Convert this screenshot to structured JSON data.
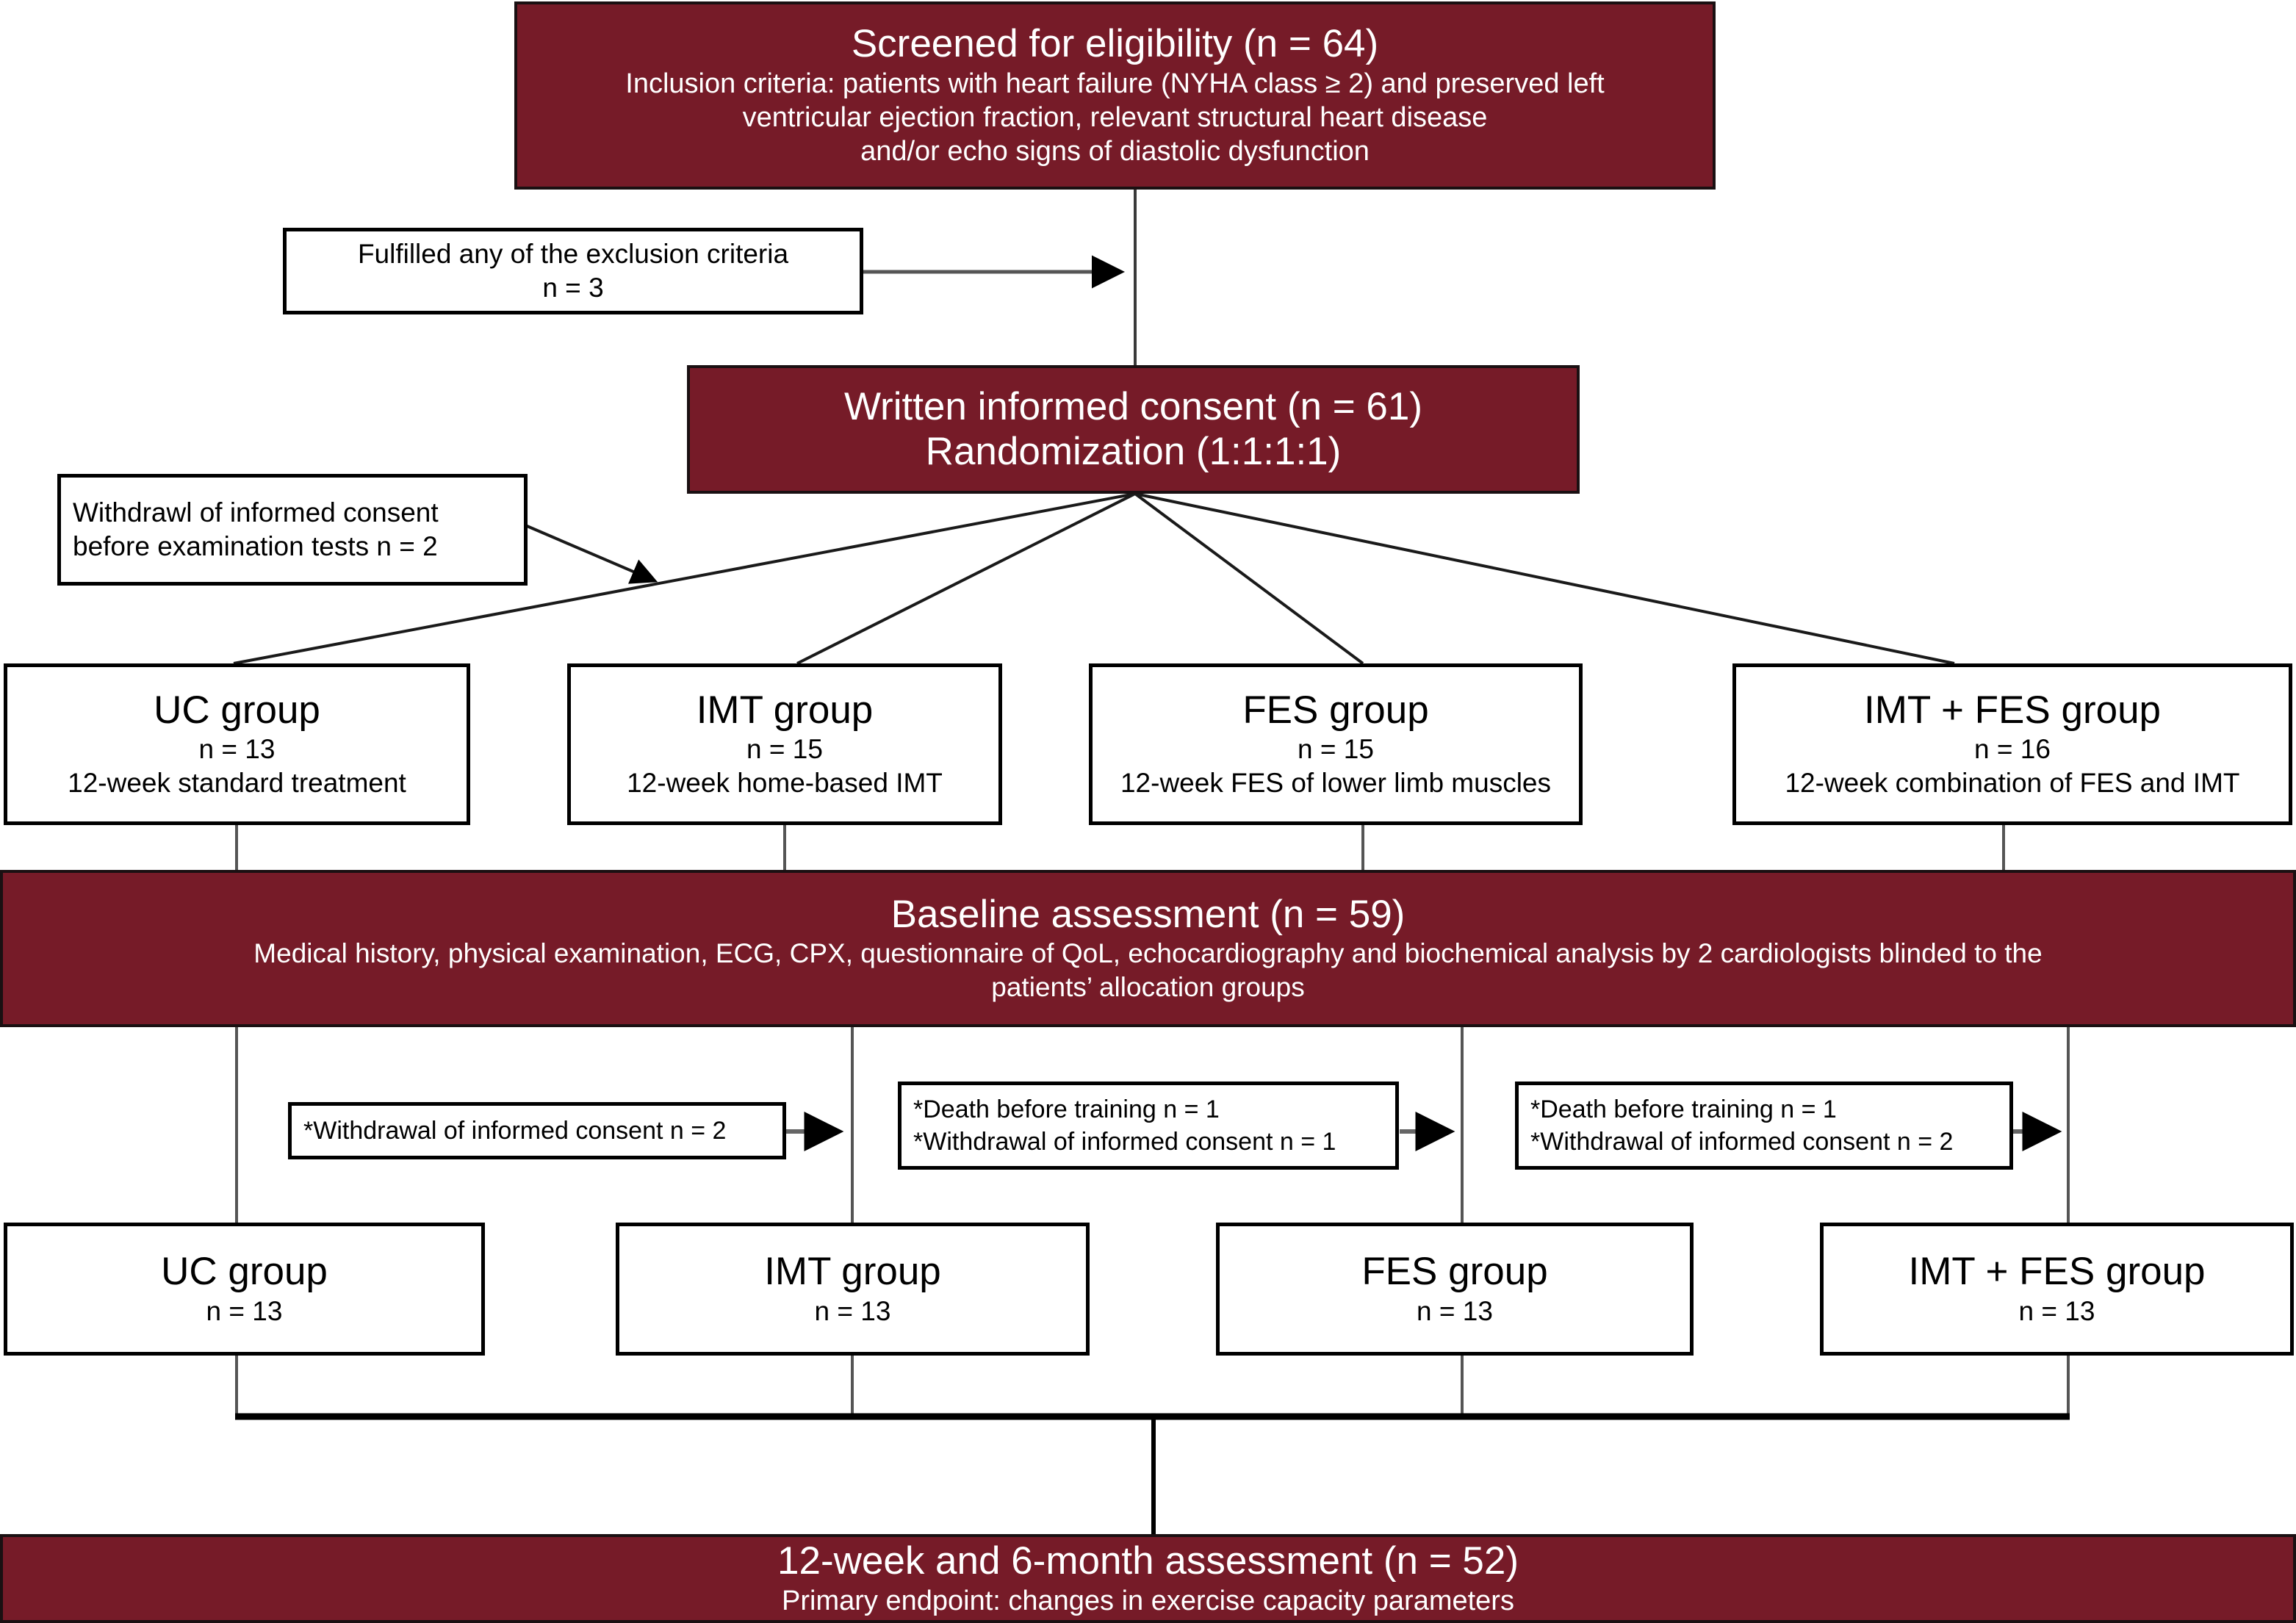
{
  "diagram": {
    "title": "CONSORT participant flow diagram",
    "accent_color": "#761b28",
    "accent_text_color": "#ffffff",
    "box_border_color": "#000000",
    "background_color": "#ffffff"
  },
  "screened": {
    "title": "Screened for eligibility (n = 64)",
    "line1": "Inclusion criteria: patients with heart failure (NYHA class ≥ 2) and preserved left",
    "line2": "ventricular ejection fraction, relevant structural heart disease",
    "line3": "and/or echo signs of diastolic dysfunction"
  },
  "exclusion": {
    "line1": "Fulfilled any of the exclusion criteria",
    "line2": "n = 3"
  },
  "consent": {
    "line1": "Written informed consent (n = 61)",
    "line2": "Randomization (1:1:1:1)"
  },
  "withdrawal_pre": {
    "line1": "Withdrawl of informed consent",
    "line2": "before examination tests n = 2"
  },
  "allocation_groups": [
    {
      "name": "UC group",
      "n": "n = 13",
      "detail": "12-week standard treatment"
    },
    {
      "name": "IMT group",
      "n": "n = 15",
      "detail": "12-week home-based IMT"
    },
    {
      "name": "FES group",
      "n": "n = 15",
      "detail": "12-week FES of lower limb muscles"
    },
    {
      "name": "IMT + FES group",
      "n": "n = 16",
      "detail": "12-week combination of FES and IMT"
    }
  ],
  "baseline": {
    "title": "Baseline assessment (n = 59)",
    "line1": "Medical history, physical examination, ECG, CPX, questionnaire of QoL, echocardiography and biochemical analysis by 2 cardiologists blinded to the",
    "line2": "patients’ allocation groups"
  },
  "dropouts": [
    {
      "line1": "*Withdrawal of informed consent n = 2",
      "line2": ""
    },
    {
      "line1": "*Death before training n = 1",
      "line2": "*Withdrawal of informed consent n = 1"
    },
    {
      "line1": "*Death before training n = 1",
      "line2": "*Withdrawal of informed consent n = 2"
    }
  ],
  "analysis_groups": [
    {
      "name": "UC group",
      "n": "n = 13"
    },
    {
      "name": "IMT group",
      "n": "n = 13"
    },
    {
      "name": "FES group",
      "n": "n = 13"
    },
    {
      "name": "IMT + FES group",
      "n": "n = 13"
    }
  ],
  "final_assessment": {
    "title": "12-week and 6-month assessment (n = 52)",
    "subtitle": "Primary endpoint: changes in exercise capacity parameters"
  }
}
